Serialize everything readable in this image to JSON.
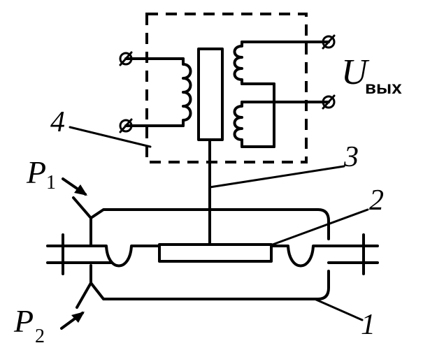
{
  "labels": {
    "n1": "1",
    "n2": "2",
    "n3": "3",
    "n4": "4",
    "p1_main": "P",
    "p1_sub": "1",
    "p2_main": "P",
    "p2_sub": "2",
    "u_main": "U",
    "u_sub": "вых"
  }
}
